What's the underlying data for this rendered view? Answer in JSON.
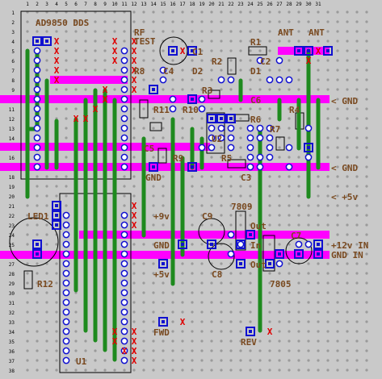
{
  "colors": {
    "board": "#c9c9c9",
    "hole": "#9a9a9a",
    "pink": "#ff00ff",
    "green": "#1e8a1e",
    "blue": "#1010d0",
    "red": "#e00000",
    "text": "#7a4a20",
    "outline": "#000000"
  },
  "labels": {
    "dds_title": "AD9850 DDS",
    "rf_test": "RF\nTEST",
    "ant_left": "ANT",
    "ant_right": "ANT",
    "gnd_top": "< GND",
    "gnd_mid": "< GND",
    "plus5_right": "< +5v",
    "c1": "C1",
    "c2": "C2",
    "c3": "C3",
    "c4": "C4",
    "c5": "C5",
    "c6": "C6",
    "c7": "C7",
    "c8": "C8",
    "c9": "C9",
    "d1": "D1",
    "d2": "D2",
    "r1": "R1",
    "r2": "R2",
    "r3": "R3",
    "r4": "R4",
    "r5": "R5",
    "r6": "R6",
    "r7": "R7",
    "r8": "R8",
    "r9": "R9",
    "r10": "R10",
    "r11": "R11",
    "r12": "R12",
    "u2": "U2",
    "u1": "U1",
    "led1": "LED1",
    "gnd_dds": "GND",
    "plus9": "+9v",
    "gnd_mid_pad": "GND",
    "plus5_pad": "+5v",
    "reg7809": "7809",
    "out_upper": "Out",
    "in_upper": "In",
    "out_lower": "Out",
    "reg7805": "7805",
    "plus12_in": "+12v IN",
    "gnd_in": "GND IN",
    "fwd": "FWD",
    "rev": "REV"
  }
}
